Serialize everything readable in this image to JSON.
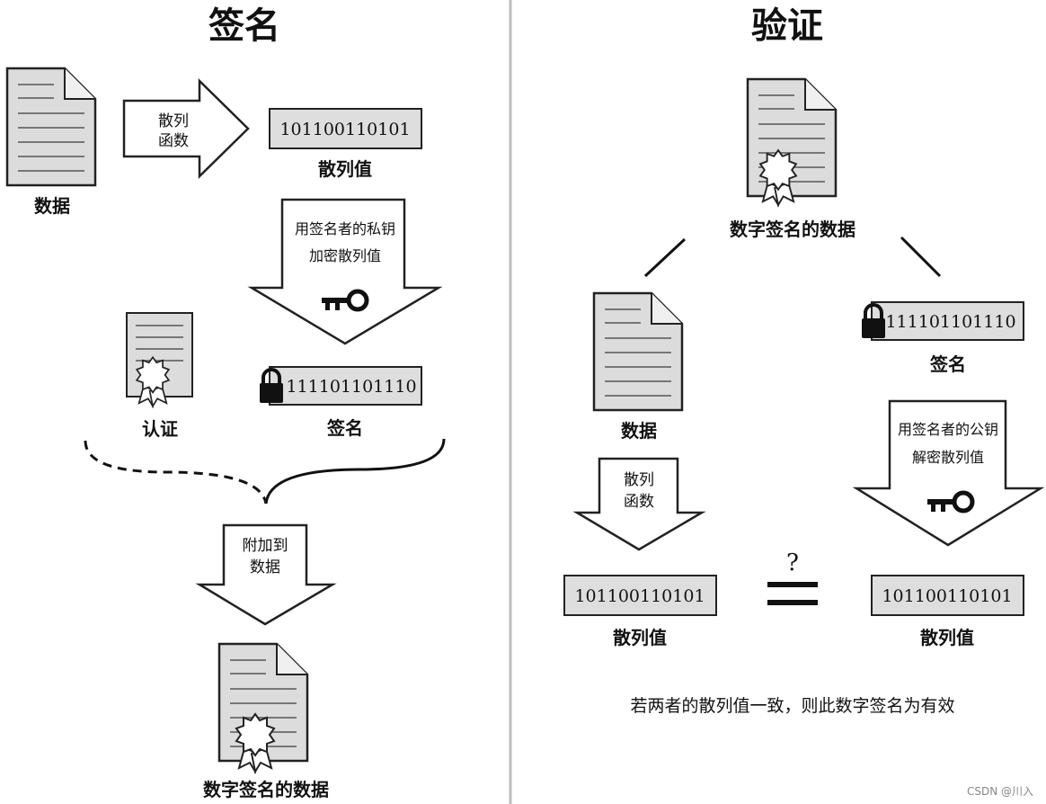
{
  "sign": {
    "title": "签名",
    "data_label": "数据",
    "hash_function_label": [
      "散列",
      "函数"
    ],
    "hash_value_bits": "101100110101",
    "hash_value_label": "散列值",
    "encrypt_label": [
      "用签名者的私钥",
      "加密散列值"
    ],
    "certificate_label": "认证",
    "signature_bits": "111101101110",
    "signature_label": "签名",
    "attach_label": [
      "附加到",
      "数据"
    ],
    "signed_data_label": "数字签名的数据"
  },
  "verify": {
    "title": "验证",
    "signed_data_label": "数字签名的数据",
    "data_label": "数据",
    "signature_bits": "111101101110",
    "signature_label": "签名",
    "hash_function_label": [
      "散列",
      "函数"
    ],
    "decrypt_label": [
      "用签名者的公钥",
      "解密散列值"
    ],
    "question_mark": "?",
    "hash_value_bits_left": "101100110101",
    "hash_value_label_left": "散列值",
    "hash_value_bits_right": "101100110101",
    "hash_value_label_right": "散列值",
    "conclusion": "若两者的散列值一致，则此数字签名为有效"
  },
  "watermark": "CSDN @川入"
}
